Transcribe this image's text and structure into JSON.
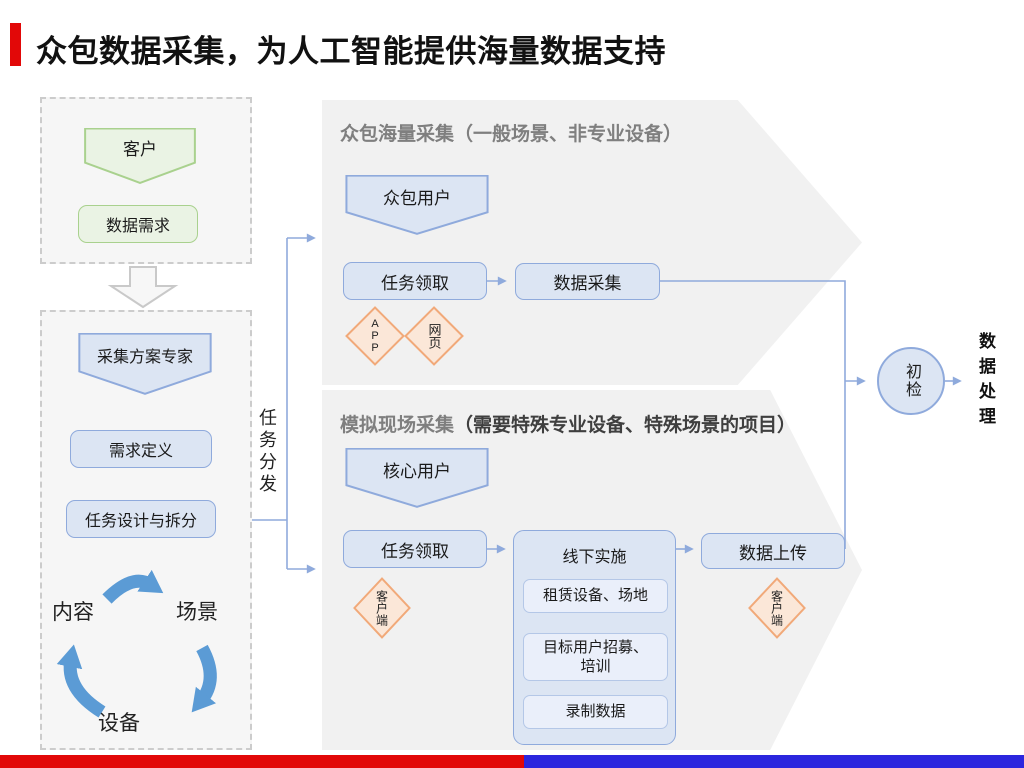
{
  "slide": {
    "title": "众包数据采集，为人工智能提供海量数据支持"
  },
  "colors": {
    "accent-red": "#e20808",
    "footer-blue": "#2b26de",
    "band": "#f1f1f1",
    "panel": "#f6f6f6",
    "panel-border": "#cccccc",
    "blue-fill": "#dce5f3",
    "blue-border": "#8faadc",
    "blue-sub-fill": "#eaeffa",
    "blue-sub-border": "#b4c7e7",
    "green-fill": "#eaf3e4",
    "green-border": "#a9d18e",
    "orange-fill": "#fbe7d8",
    "orange-border": "#f1a979",
    "arrow-bright": "#5b9bd5",
    "header-gray": "#7f7f7f",
    "header-dark": "#3f3f3f"
  },
  "left_panel": {
    "client": "客户",
    "data_requirement": "数据需求",
    "expert": "采集方案专家",
    "requirement_definition": "需求定义",
    "task_design": "任务设计与拆分",
    "cycle": [
      "内容",
      "场景",
      "设备"
    ]
  },
  "connector": {
    "task_distribution": "任务分发"
  },
  "top_flow": {
    "header": "众包海量采集（一般场景、非专业设备）",
    "user": "众包用户",
    "task_claim": "任务领取",
    "data_collection": "数据采集",
    "channel_app": "APP",
    "channel_web": "网页"
  },
  "bottom_flow": {
    "header_primary": "模拟现场采集",
    "header_secondary": "（需要特殊专业设备、特殊场景的项目）",
    "user": "核心用户",
    "task_claim": "任务领取",
    "client_channel": "客户端",
    "offline_title": "线下实施",
    "offline_steps": [
      "租赁设备、场地",
      "目标用户招募、培训",
      "录制数据"
    ],
    "data_upload": "数据上传",
    "upload_channel": "客户端"
  },
  "output": {
    "initial_check": "初检",
    "data_processing": "数据处理"
  }
}
